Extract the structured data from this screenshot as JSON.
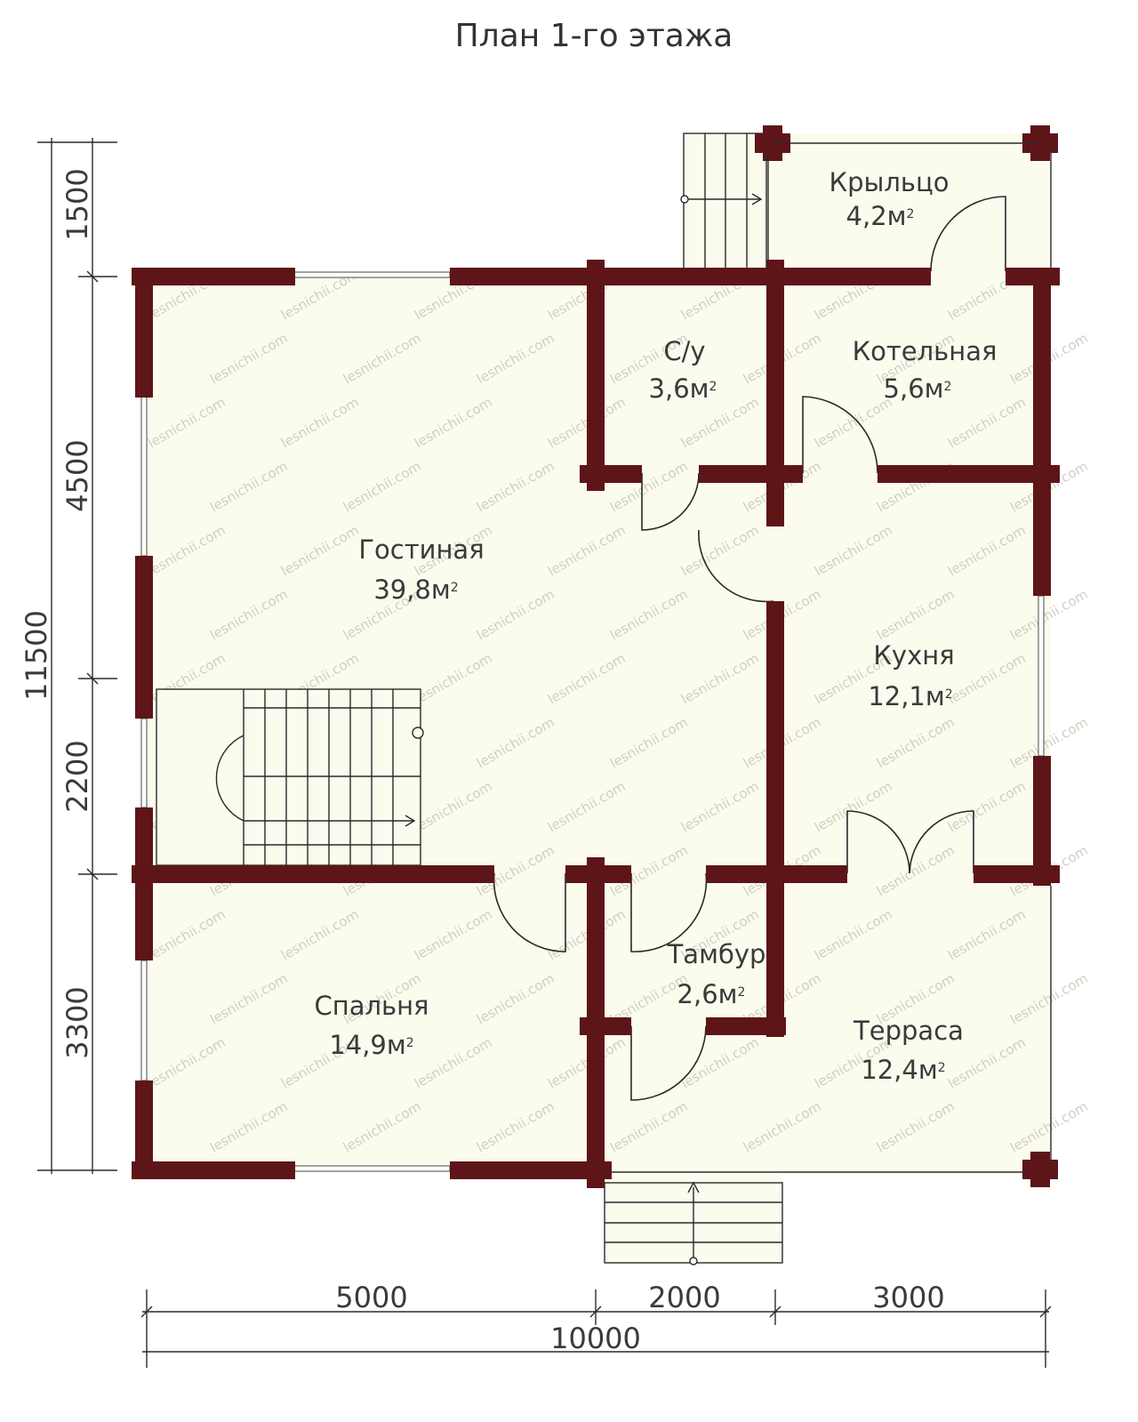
{
  "plan": {
    "title": "План 1-го этажа",
    "watermark": "lesnichii.com",
    "colors": {
      "wall": "#5e1518",
      "floor": "#fbfbee",
      "line": "#2a2a2a"
    }
  },
  "rooms": {
    "porch": {
      "name": "Крыльцо",
      "area": "4,2м"
    },
    "bathroom": {
      "name": "С/у",
      "area": "3,6м"
    },
    "boiler": {
      "name": "Котельная",
      "area": "5,6м"
    },
    "living": {
      "name": "Гостиная",
      "area": "39,8м"
    },
    "kitchen": {
      "name": "Кухня",
      "area": "12,1м"
    },
    "vestibule": {
      "name": "Тамбур",
      "area": "2,6м"
    },
    "bedroom": {
      "name": "Спальня",
      "area": "14,9м"
    },
    "terrace": {
      "name": "Терраса",
      "area": "12,4м"
    },
    "sup": "2"
  },
  "dimensions": {
    "vertical": [
      "1500",
      "4500",
      "2200",
      "3300"
    ],
    "vertical_total": "11500",
    "horizontal": [
      "5000",
      "2000",
      "3000"
    ],
    "horizontal_total": "10000"
  }
}
